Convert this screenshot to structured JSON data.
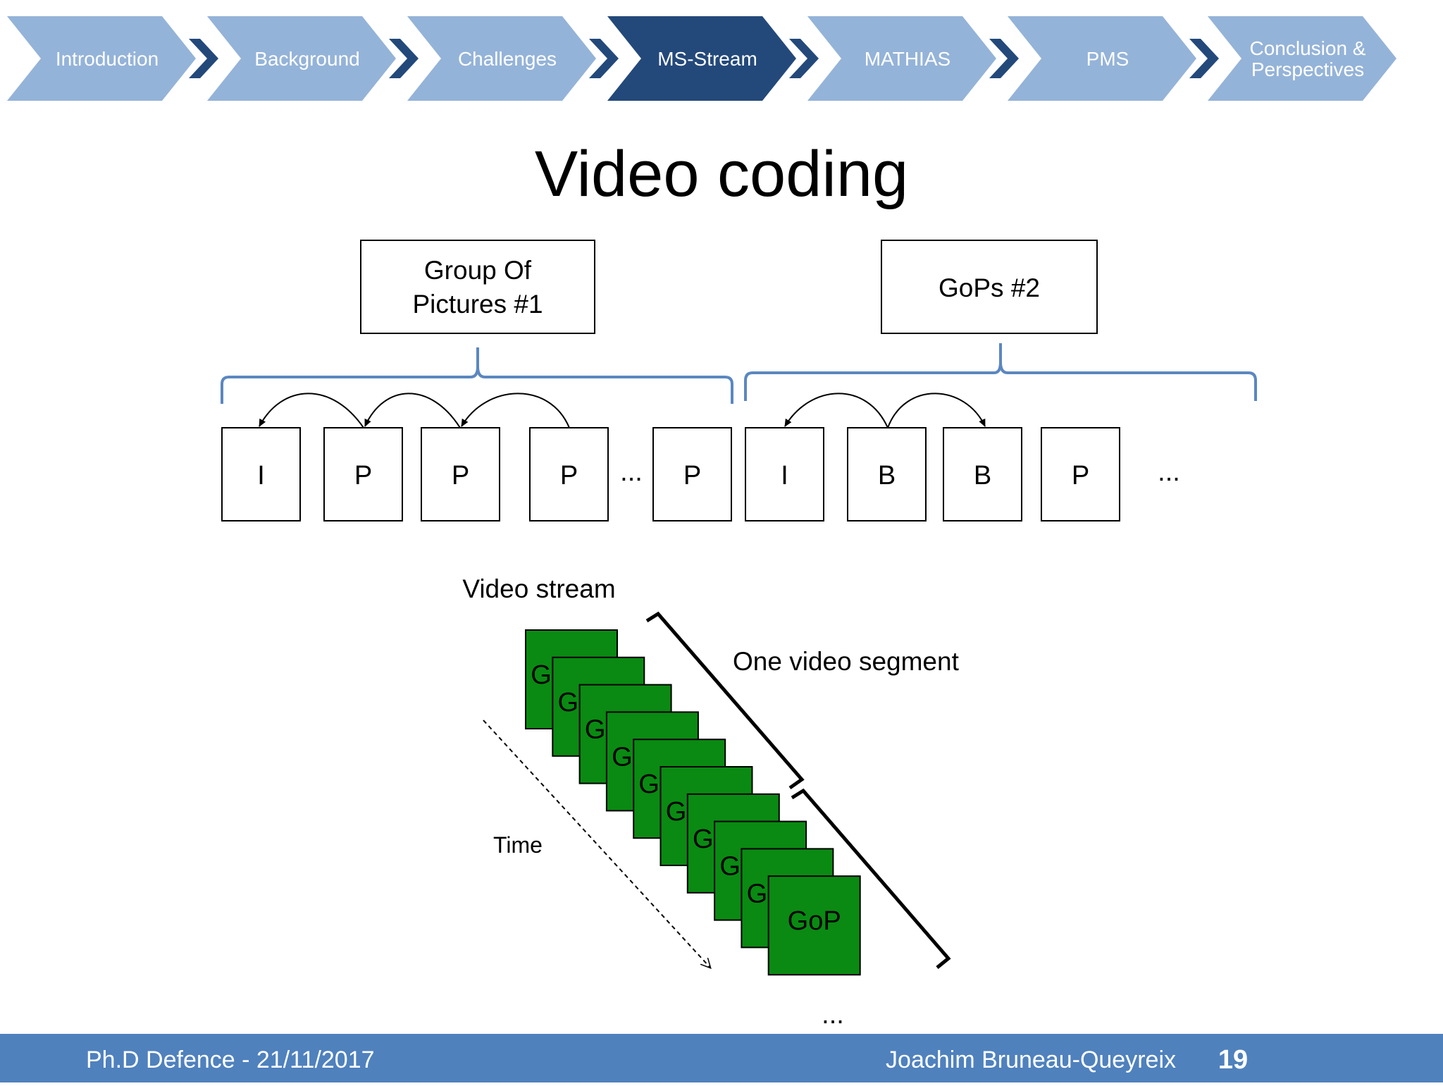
{
  "colors": {
    "nav_inactive": "#94b3d8",
    "nav_active": "#23497a",
    "nav_chevron": "#23497a",
    "title": "#23497a",
    "brace": "#5b87c0",
    "gop_fill": "#0a8a12",
    "footer": "#4f81bd"
  },
  "nav": {
    "items": [
      {
        "label": "Introduction",
        "active": false
      },
      {
        "label": "Background",
        "active": false
      },
      {
        "label": "Challenges",
        "active": false
      },
      {
        "label": "MS-Stream",
        "active": true
      },
      {
        "label": "MATHIAS",
        "active": false
      },
      {
        "label": "PMS",
        "active": false
      },
      {
        "label": "Conclusion & Perspectives",
        "line1": "Conclusion &",
        "line2": "Perspectives",
        "active": false
      }
    ]
  },
  "title": "Video coding",
  "gop1": {
    "line1": "Group Of",
    "line2": "Pictures #1"
  },
  "gop2": {
    "label": "GoPs #2"
  },
  "frames": [
    "I",
    "P",
    "P",
    "P",
    "P",
    "I",
    "B",
    "B",
    "P"
  ],
  "ellipsis_between": "...",
  "ellipsis_end": "...",
  "stream": {
    "label": "Video stream",
    "segment_label": "One video segment",
    "time_label": "Time",
    "stack_count": 10,
    "card_fragment": "G",
    "card_label": "GoP",
    "ellipsis_bottom": "..."
  },
  "footer": {
    "left": "Ph.D Defence - 21/11/2017",
    "author": "Joachim Bruneau-Queyreix",
    "page": "19"
  }
}
